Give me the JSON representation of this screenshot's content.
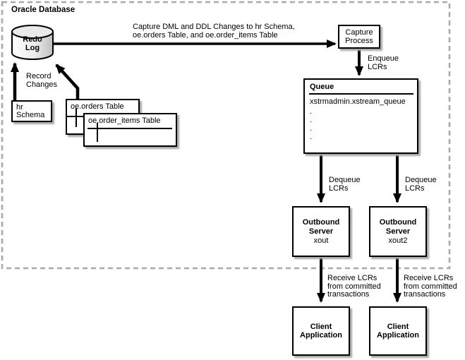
{
  "diagram": {
    "title": "Oracle Database",
    "labels": {
      "capture_changes": "Capture DML and DDL Changes to hr Schema,\noe.orders Table, and oe.order_items Table",
      "record_changes": "Record\nChanges",
      "enqueue": "Enqueue\nLCRs",
      "dequeue_left": "Dequeue\nLCRs",
      "dequeue_right": "Dequeue\nLCRs",
      "receive_left": "Receive LCRs\nfrom committed\ntransactions",
      "receive_right": "Receive LCRs\nfrom committed\ntransactions"
    },
    "nodes": {
      "redo_log": "Redo\nLog",
      "hr_schema": "hr\nSchema",
      "orders_table": "oe.orders Table",
      "order_items_table": "oe.order_items Table",
      "capture_process": "Capture\nProcess",
      "queue": {
        "title": "Queue",
        "name": "xstrmadmin.xstream_queue",
        "ellipsis": ".\n.\n.\n."
      },
      "outbound1": {
        "title": "Outbound\nServer",
        "name": "xout"
      },
      "outbound2": {
        "title": "Outbound\nServer",
        "name": "xout2"
      },
      "client1": "Client\nApplication",
      "client2": "Client\nApplication"
    },
    "colors": {
      "line": "#000000",
      "dashed_border": "#a9a9a9",
      "shadow": "#a8a8a8",
      "cylinder_fill": "#e8e8e8"
    }
  }
}
